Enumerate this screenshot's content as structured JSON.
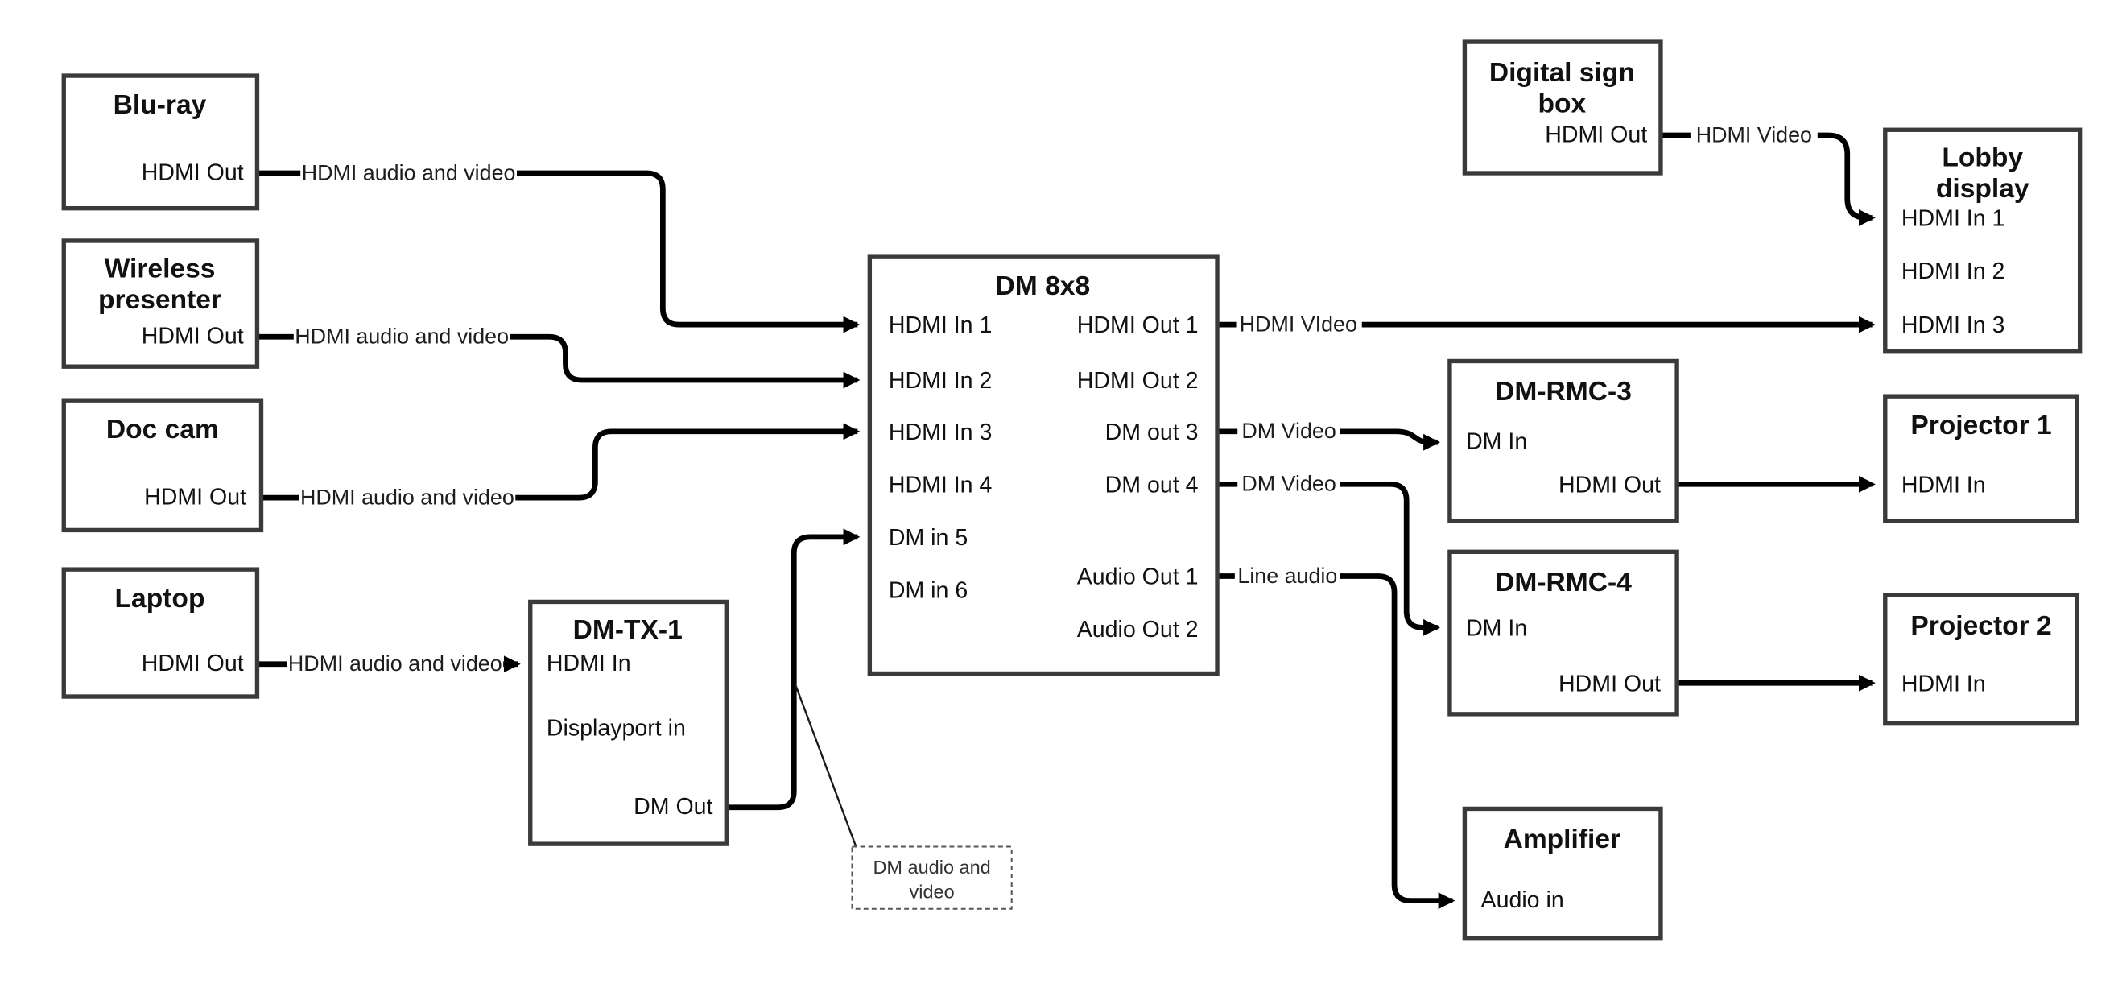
{
  "diagram": {
    "background_color": "#ffffff",
    "box_border_color": "#3a3a3a",
    "wire_color": "#000000"
  },
  "boxes": {
    "bluray": {
      "title": "Blu-ray",
      "ports": {
        "hdmi_out": "HDMI Out"
      }
    },
    "wireless": {
      "title1": "Wireless",
      "title2": "presenter",
      "ports": {
        "hdmi_out": "HDMI Out"
      }
    },
    "doccam": {
      "title": "Doc cam",
      "ports": {
        "hdmi_out": "HDMI Out"
      }
    },
    "laptop": {
      "title": "Laptop",
      "ports": {
        "hdmi_out": "HDMI Out"
      }
    },
    "dmtx1": {
      "title": "DM-TX-1",
      "ports": {
        "hdmi_in": "HDMI In",
        "displayport_in": "Displayport in",
        "dm_out": "DM Out"
      }
    },
    "dm8x8": {
      "title": "DM 8x8",
      "ports": {
        "hdmi_in_1": "HDMI In 1",
        "hdmi_in_2": "HDMI In 2",
        "hdmi_in_3": "HDMI In 3",
        "hdmi_in_4": "HDMI In 4",
        "dm_in_5": "DM in 5",
        "dm_in_6": "DM in 6",
        "hdmi_out_1": "HDMI Out 1",
        "hdmi_out_2": "HDMI Out 2",
        "dm_out_3": "DM out 3",
        "dm_out_4": "DM out 4",
        "audio_out_1": "Audio Out 1",
        "audio_out_2": "Audio Out 2"
      }
    },
    "digital_sign": {
      "title1": "Digital sign",
      "title2": "box",
      "ports": {
        "hdmi_out": "HDMI Out"
      }
    },
    "lobby": {
      "title1": "Lobby",
      "title2": "display",
      "ports": {
        "hdmi_in_1": "HDMI In 1",
        "hdmi_in_2": "HDMI In 2",
        "hdmi_in_3": "HDMI In 3"
      }
    },
    "dmrmc3": {
      "title": "DM-RMC-3",
      "ports": {
        "dm_in": "DM In",
        "hdmi_out": "HDMI Out"
      }
    },
    "proj1": {
      "title": "Projector 1",
      "ports": {
        "hdmi_in": "HDMI In"
      }
    },
    "dmrmc4": {
      "title": "DM-RMC-4",
      "ports": {
        "dm_in": "DM In",
        "hdmi_out": "HDMI Out"
      }
    },
    "proj2": {
      "title": "Projector 2",
      "ports": {
        "hdmi_in": "HDMI In"
      }
    },
    "amplifier": {
      "title": "Amplifier",
      "ports": {
        "audio_in": "Audio in"
      }
    }
  },
  "connections": {
    "bluray_label": "HDMI audio and video",
    "wireless_label": "HDMI audio and video",
    "doccam_label": "HDMI audio and video",
    "laptop_label": "HDMI audio and video",
    "hdmi_out1_label": "HDMI VIdeo",
    "digital_sign_label": "HDMI Video",
    "dm_out3_label": "DM Video",
    "dm_out4_label": "DM Video",
    "audio_out1_label": "Line audio"
  },
  "note": {
    "line1": "DM audio and",
    "line2": "video"
  }
}
